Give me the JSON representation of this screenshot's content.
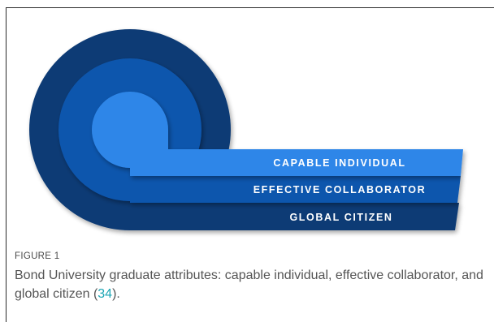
{
  "diagram": {
    "bands": [
      {
        "label": "CAPABLE INDIVIDUAL",
        "color": "#2f86e8"
      },
      {
        "label": "EFFECTIVE COLLABORATOR",
        "color": "#0f56ad"
      },
      {
        "label": "GLOBAL CITIZEN",
        "color": "#0a3a74"
      }
    ],
    "colors": {
      "inner_circle": "#2f86e8",
      "middle_ring": "#0f56ad",
      "outer_ring": "#0a3a74"
    }
  },
  "caption": {
    "label": "FIGURE 1",
    "text_before_ref": "Bond University graduate attributes: capable individual, effective collaborator, and global citizen (",
    "ref": "34",
    "text_after_ref": ").",
    "link_color": "#1aa5b4"
  }
}
